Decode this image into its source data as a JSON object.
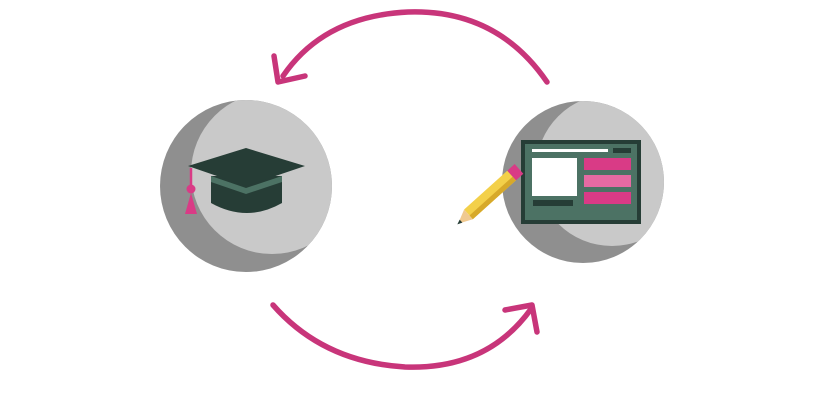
{
  "diagram": {
    "nodes": [
      {
        "id": "education",
        "icon": "graduation-cap-icon"
      },
      {
        "id": "design",
        "icon": "design-board-with-pencil-icon"
      }
    ],
    "cycle": [
      {
        "from": "design",
        "to": "education",
        "arc": "top"
      },
      {
        "from": "education",
        "to": "design",
        "arc": "bottom"
      }
    ]
  },
  "colors": {
    "background": "#ffffff",
    "arrow": "#c8357a",
    "circle_light": "#c9c9c9",
    "circle_shadow": "#8f8f8f",
    "icon_dark": "#263d36",
    "board_panel": "#4c7264",
    "board_paper": "#ffffff",
    "highlight_pink": "#d93b86",
    "highlight_pink_light": "#e76aa3",
    "pencil_yellow": "#f3d04a",
    "pencil_yellow_dark": "#d7a92a",
    "pencil_tip": "#f0c990"
  }
}
